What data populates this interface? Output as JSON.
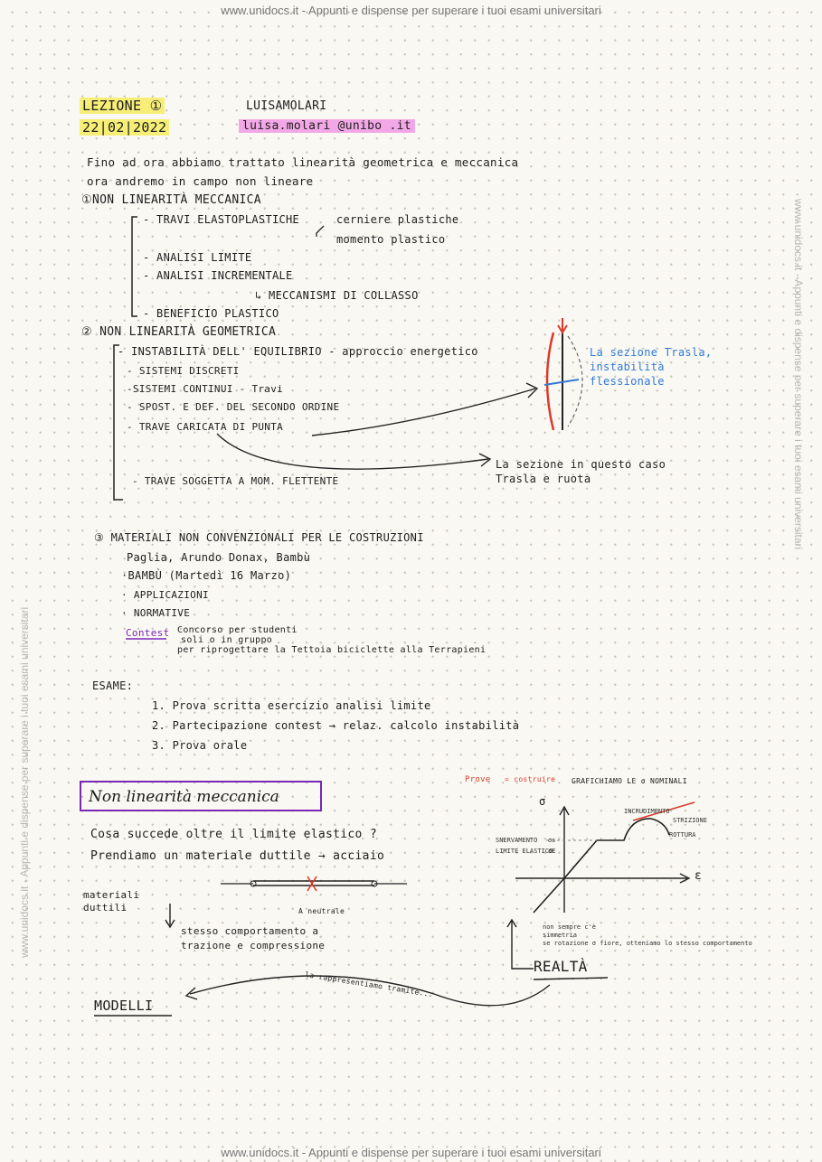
{
  "watermark": {
    "top": "www.unidocs.it - Appunti e dispense per superare i tuoi esami universitari",
    "side": "www.unidocs.it - Appunti e dispense per superare i tuoi esami universitari",
    "bottom": "www.unidocs.it - Appunti e dispense per superare i tuoi esami universitari"
  },
  "header": {
    "lesson": "LEZIONE ①",
    "date": "22|02|2022",
    "teacher": "LUISAMOLARI",
    "email": "luisa.molari @unibo .it"
  },
  "intro": {
    "line1": "Fino ad ora abbiamo trattato linearità geometrica e meccanica",
    "line2": "ora andremo in campo non lineare"
  },
  "section1": {
    "title": "①NON LINEARITÀ MECCANICA",
    "items": [
      "- TRAVI ELASTOPLASTICHE",
      "- ANALISI LIMITE",
      "- ANALISI INCREMENTALE",
      "- BENEFICIO PLASTICO"
    ],
    "sub1": "cerniere plastiche",
    "sub2": "momento plastico",
    "sub3": "↳ MECCANISMI DI COLLASSO"
  },
  "section2": {
    "title": "② NON LINEARITÀ GEOMETRICA",
    "items": [
      "- INSTABILITÀ DELL' EQUILIBRIO - approccio energetico",
      "- SISTEMI DISCRETI",
      "-SISTEMI CONTINUI - Travi",
      "- SPOST. E DEF. DEL SECONDO ORDINE",
      "- TRAVE CARICATA DI PUNTA",
      "- TRAVE SOGGETTA A MOM. FLETTENTE"
    ],
    "note_blue": "La sezione Trasla, instabilità flessionale",
    "note_black": "La sezione in questo caso Trasla e ruota"
  },
  "section3": {
    "title": "③ MATERIALI NON CONVENZIONALI PER LE COSTRUZIONI",
    "line": "Paglia, Arundo Donax, Bambù",
    "items": [
      "·BAMBÙ (Martedì 16 Marzo)",
      "· APPLICAZIONI",
      "· NORMATIVE"
    ],
    "contest_label": "Contest",
    "contest_text1": "Concorso per studenti",
    "contest_text2": "soli o in gruppo",
    "contest_text3": "per riprogettare la Tettoia biciclette alla Terrapieni"
  },
  "exam": {
    "label": "ESAME:",
    "items": [
      "1. Prova scritta esercizio analisi limite",
      "2. Partecipazione contest → relaz. calcolo instabilità",
      "3. Prova orale"
    ]
  },
  "mechanics": {
    "title": "Non linearità meccanica",
    "question": "Cosa succede oltre il limite elastico ?",
    "take": "Prendiamo un materiale duttile → acciaio",
    "ductile": "materiali duttili",
    "behaviour1": "stesso comportamento a",
    "behaviour2": "trazione e compressione",
    "neutral": "A neutrale",
    "real": "REALTÀ",
    "model": "MODELLI",
    "represent": "la rappresentiamo tramite...",
    "graph_header_red": "Prove",
    "graph_header_red2": "= costruire",
    "graph_header": "GRAFICHIAMO LE σ NOMINALI",
    "axis_x": "ε",
    "axis_y": "σ",
    "yield": "SNERVAMENTO",
    "elastic_limit": "LIMITE ELASTICO",
    "hardening": "INCRUDIMENTO",
    "necking": "STRIZIONE",
    "rupture": "ROTTURA",
    "sigma_s": "σs",
    "sigma_e": "σE",
    "note_graph": "non sempre c'è",
    "note_graph2": "simmetria",
    "note_bottom": "se rotazione σ fiore, otteniamo lo stesso comportamento"
  }
}
